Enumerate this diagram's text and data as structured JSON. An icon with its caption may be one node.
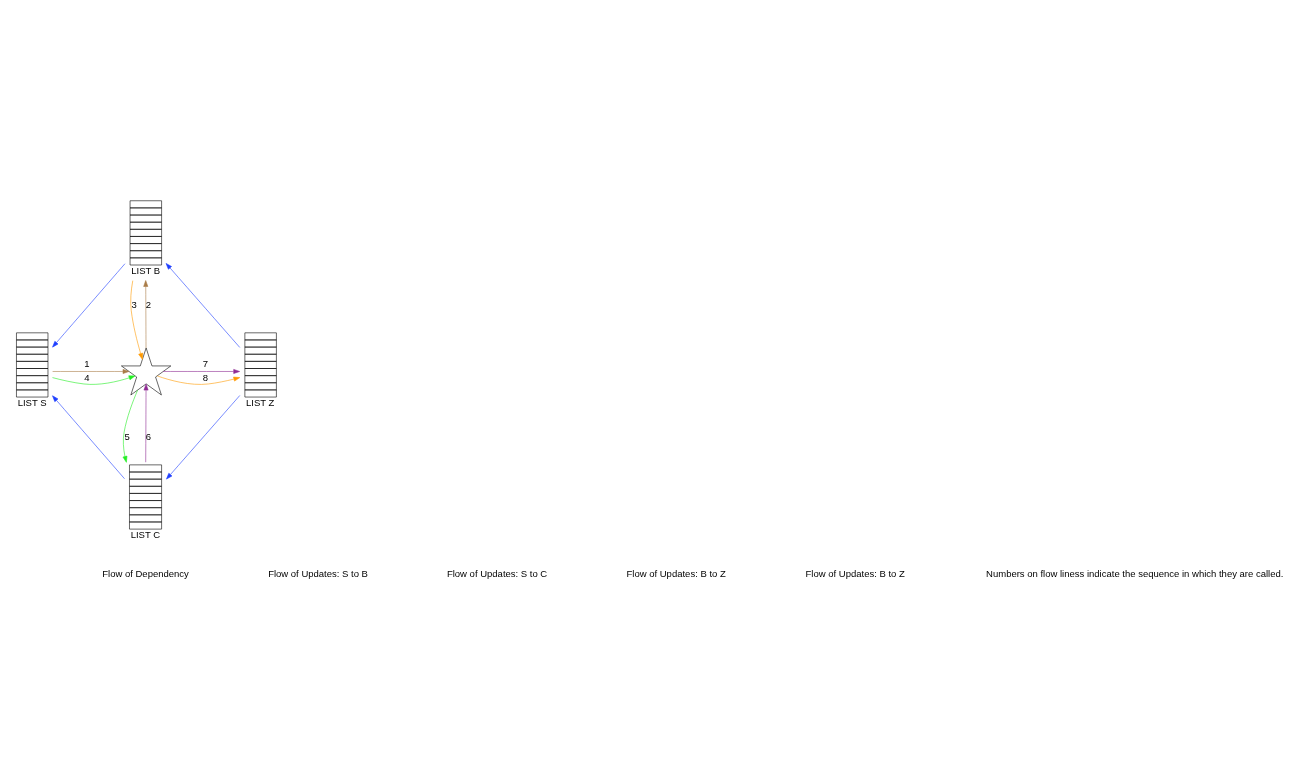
{
  "diagram": {
    "nodes": [
      {
        "text": [
          "LIST B"
        ]
      },
      {
        "text": [
          "LIST S"
        ]
      },
      {
        "text": [],
        "shape": "star"
      },
      {
        "text": [
          "LIST Z"
        ]
      },
      {
        "text": [
          "LIST C"
        ]
      }
    ],
    "edges": [
      {
        "from": 0,
        "to": 1,
        "arrow": "to"
      },
      {
        "from": 3,
        "to": 0,
        "arrow": "to"
      },
      {
        "from": 4,
        "to": 1,
        "arrow": "to"
      },
      {
        "from": 3,
        "to": 4,
        "arrow": "to"
      },
      {
        "from": 1,
        "to": 2,
        "arrow": "to",
        "label": "1",
        "color": "#a97c47"
      },
      {
        "from": 2,
        "to": 0,
        "arrow": "to",
        "label": "2",
        "color": "#a97c47"
      },
      {
        "from": 0,
        "to": 2,
        "arrow": "to",
        "label": "3",
        "color": "#ff9900"
      },
      {
        "from": 1,
        "to": 2,
        "arrow": "to",
        "label": "4",
        "color": "#22ee22"
      },
      {
        "from": 2,
        "to": 4,
        "arrow": "to",
        "label": "5",
        "color": "#22ee22"
      },
      {
        "from": 4,
        "to": 2,
        "arrow": "to",
        "label": "6",
        "color": "#8e2b93"
      },
      {
        "from": 2,
        "to": 3,
        "arrow": "to",
        "label": "7",
        "color": "#8e2b93"
      },
      {
        "from": 2,
        "to": 3,
        "arrow": "to",
        "label": "8",
        "color": "#ff9900"
      }
    ],
    "labels": [
      "Numbers on flow liness indicate the sequence in which they are called."
    ],
    "legend": [
      {
        "text": "Flow of Dependency"
      },
      {
        "text": "Flow of Updates: S to B"
      },
      {
        "text": "Flow of Updates: S to C"
      },
      {
        "text": "Flow of Updates: B to Z"
      },
      {
        "text": "Flow of Updates: B to Z"
      }
    ]
  }
}
